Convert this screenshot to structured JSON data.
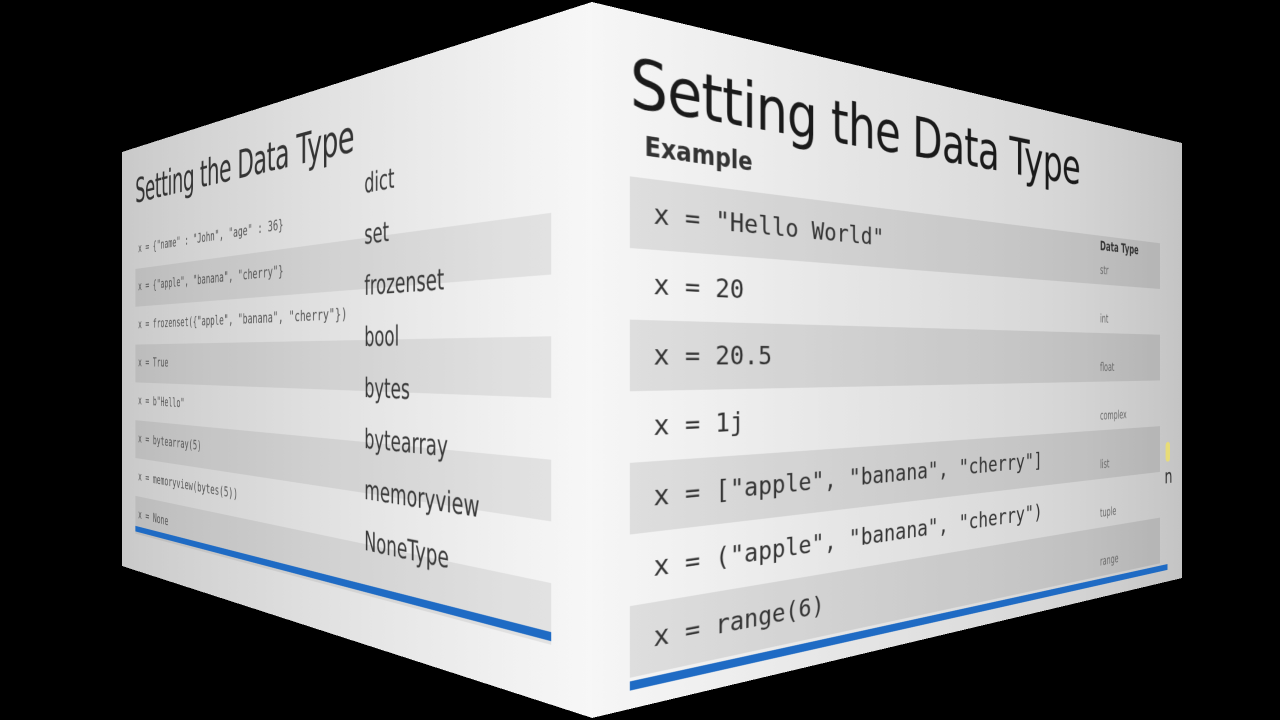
{
  "scene": {
    "type": "3d-cube-slide-transition",
    "background_color": "#000000",
    "accent_color": "#1f6bc4"
  },
  "left_face": {
    "title": "Setting the Data Type",
    "rows": [
      {
        "code": "x = {\"name\" : \"John\", \"age\" : 36}",
        "type": "dict"
      },
      {
        "code": "x = {\"apple\", \"banana\", \"cherry\"}",
        "type": "set"
      },
      {
        "code": "x = frozenset({\"apple\", \"banana\", \"cherry\"})",
        "type": "frozenset"
      },
      {
        "code": "x = True",
        "type": "bool"
      },
      {
        "code": "x = b\"Hello\"",
        "type": "bytes"
      },
      {
        "code": "x = bytearray(5)",
        "type": "bytearray"
      },
      {
        "code": "x = memoryview(bytes(5))",
        "type": "memoryview"
      },
      {
        "code": "x = None",
        "type": "NoneType"
      }
    ]
  },
  "right_face": {
    "title": "Setting the Data Type",
    "example_label": "Example",
    "type_column_header": "Data Type",
    "rows": [
      {
        "code": "x = \"Hello World\"",
        "type": "str"
      },
      {
        "code": "x = 20",
        "type": "int"
      },
      {
        "code": "x = 20.5",
        "type": "float"
      },
      {
        "code": "x = 1j",
        "type": "complex"
      },
      {
        "code": "x = [\"apple\", \"banana\", \"cherry\"]",
        "type": "list"
      },
      {
        "code": "x = (\"apple\", \"banana\", \"cherry\")",
        "type": "tuple"
      },
      {
        "code": "x = range(6)",
        "type": "range"
      }
    ],
    "edge_glyph": "n"
  }
}
